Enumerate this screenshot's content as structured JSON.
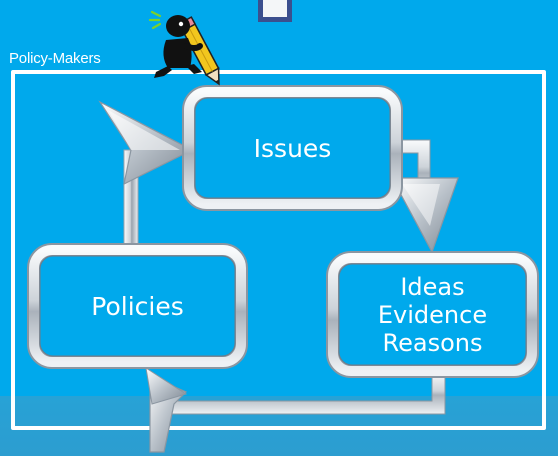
{
  "diagram": {
    "title_label": "Policy-Makers",
    "nodes": {
      "issues": {
        "label": "Issues"
      },
      "policies": {
        "label": "Policies"
      },
      "ideas": {
        "lines": [
          "Ideas",
          "Evidence",
          "Reasons"
        ]
      }
    },
    "cycle_order": [
      "Issues",
      "Ideas Evidence Reasons",
      "Policies",
      "Issues"
    ],
    "colors": {
      "background": "#00a9ec",
      "frame": "#ffffff",
      "silver_light": "#f5f7f9",
      "silver_dark": "#8b96a1",
      "text": "#ffffff",
      "square_border": "#3b4f8e"
    },
    "icon": "thinker-with-pencil-icon"
  }
}
